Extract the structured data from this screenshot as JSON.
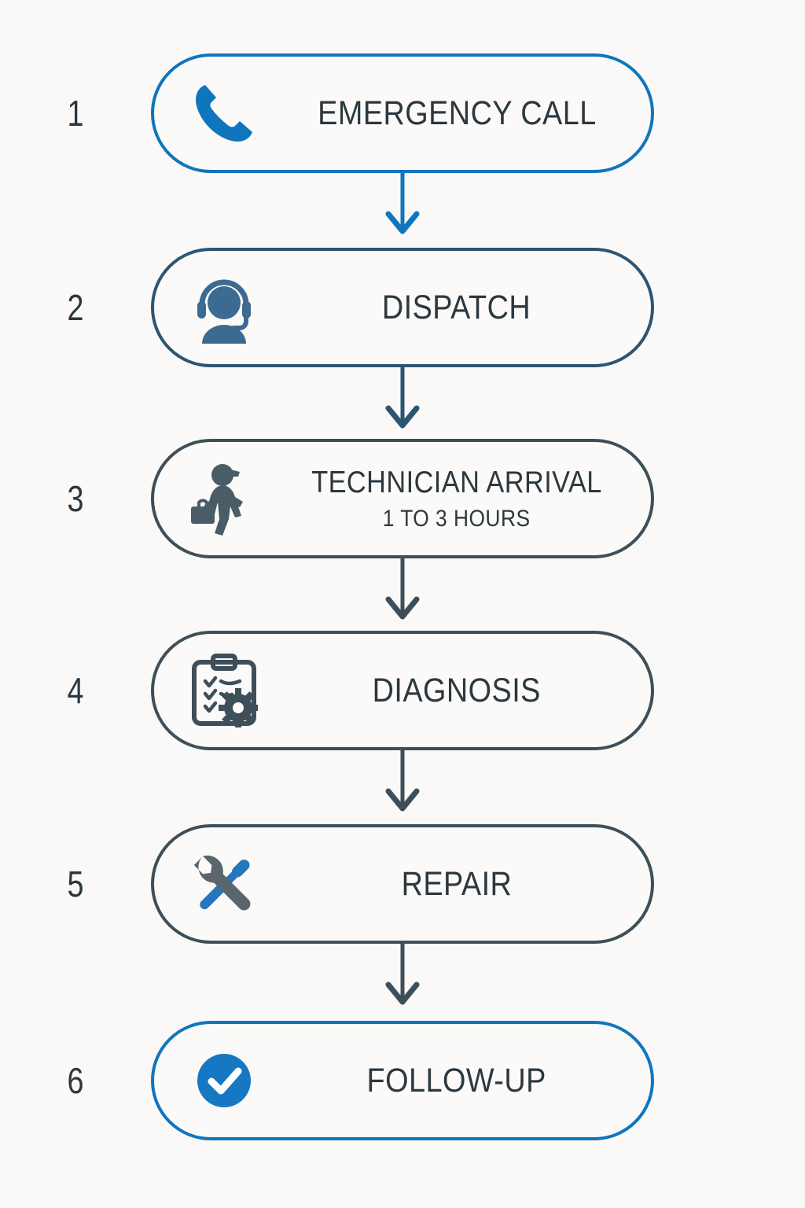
{
  "diagram": {
    "title_visible": false,
    "background_color": "#faf9f7",
    "palette": {
      "accent_blue": "#0f76bd",
      "navy": "#2c5574",
      "slate": "#3e4f5a",
      "text": "#2c3840",
      "icon_steel": "#3d6a91"
    },
    "steps": [
      {
        "number": "1",
        "title": "EMERGENCY CALL",
        "subtitle": "",
        "icon": "phone-icon",
        "accent": "blue"
      },
      {
        "number": "2",
        "title": "DISPATCH",
        "subtitle": "",
        "icon": "headset-operator-icon",
        "accent": "navy"
      },
      {
        "number": "3",
        "title": "TECHNICIAN ARRIVAL",
        "subtitle": "1 TO 3 HOURS",
        "icon": "walking-technician-icon",
        "accent": "slate"
      },
      {
        "number": "4",
        "title": "DIAGNOSIS",
        "subtitle": "",
        "icon": "clipboard-gear-icon",
        "accent": "slate"
      },
      {
        "number": "5",
        "title": "REPAIR",
        "subtitle": "",
        "icon": "wrench-screwdriver-icon",
        "accent": "slate"
      },
      {
        "number": "6",
        "title": "FOLLOW-UP",
        "subtitle": "",
        "icon": "check-circle-icon",
        "accent": "blue"
      }
    ],
    "connectors": [
      {
        "name": "arrow-1-to-2",
        "color": "#0f76bd"
      },
      {
        "name": "arrow-2-to-3",
        "color": "#2c5574"
      },
      {
        "name": "arrow-3-to-4",
        "color": "#3e4f5a"
      },
      {
        "name": "arrow-4-to-5",
        "color": "#3e4f5a"
      },
      {
        "name": "arrow-5-to-6",
        "color": "#3e4f5a"
      }
    ]
  }
}
